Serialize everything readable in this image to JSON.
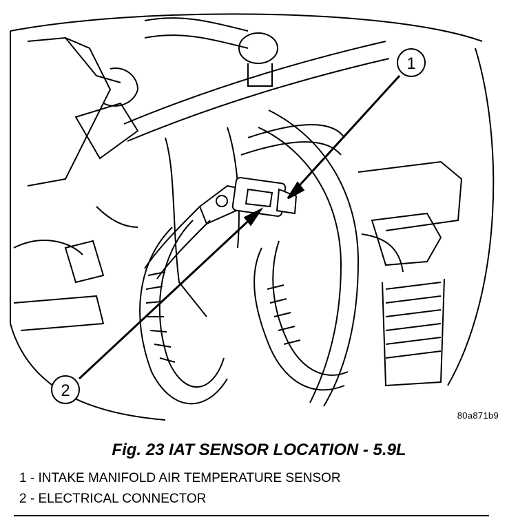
{
  "figure": {
    "caption": "Fig. 23 IAT SENSOR LOCATION - 5.9L",
    "image_id": "80a871b9"
  },
  "callouts": [
    {
      "number": "1",
      "text": "1 - INTAKE MANIFOLD AIR TEMPERATURE SENSOR"
    },
    {
      "number": "2",
      "text": "2 - ELECTRICAL CONNECTOR"
    }
  ]
}
